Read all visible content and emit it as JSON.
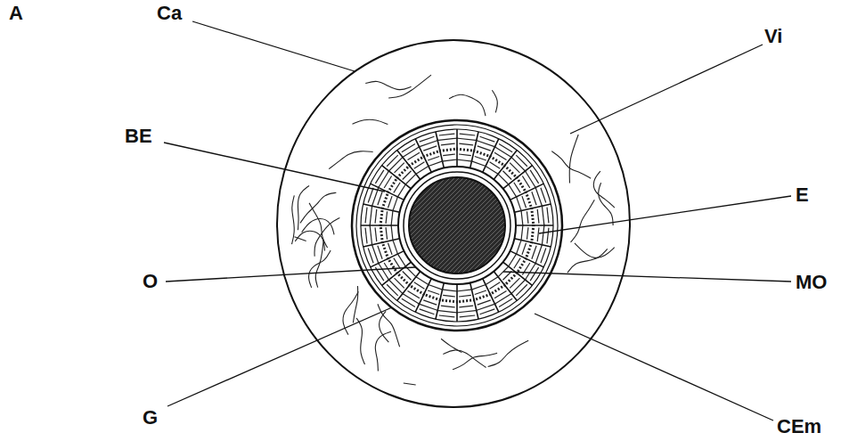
{
  "diagram": {
    "labels": [
      "A",
      "Ca",
      "Vi",
      "BE",
      "E",
      "O",
      "MO",
      "G",
      "CEm"
    ]
  }
}
